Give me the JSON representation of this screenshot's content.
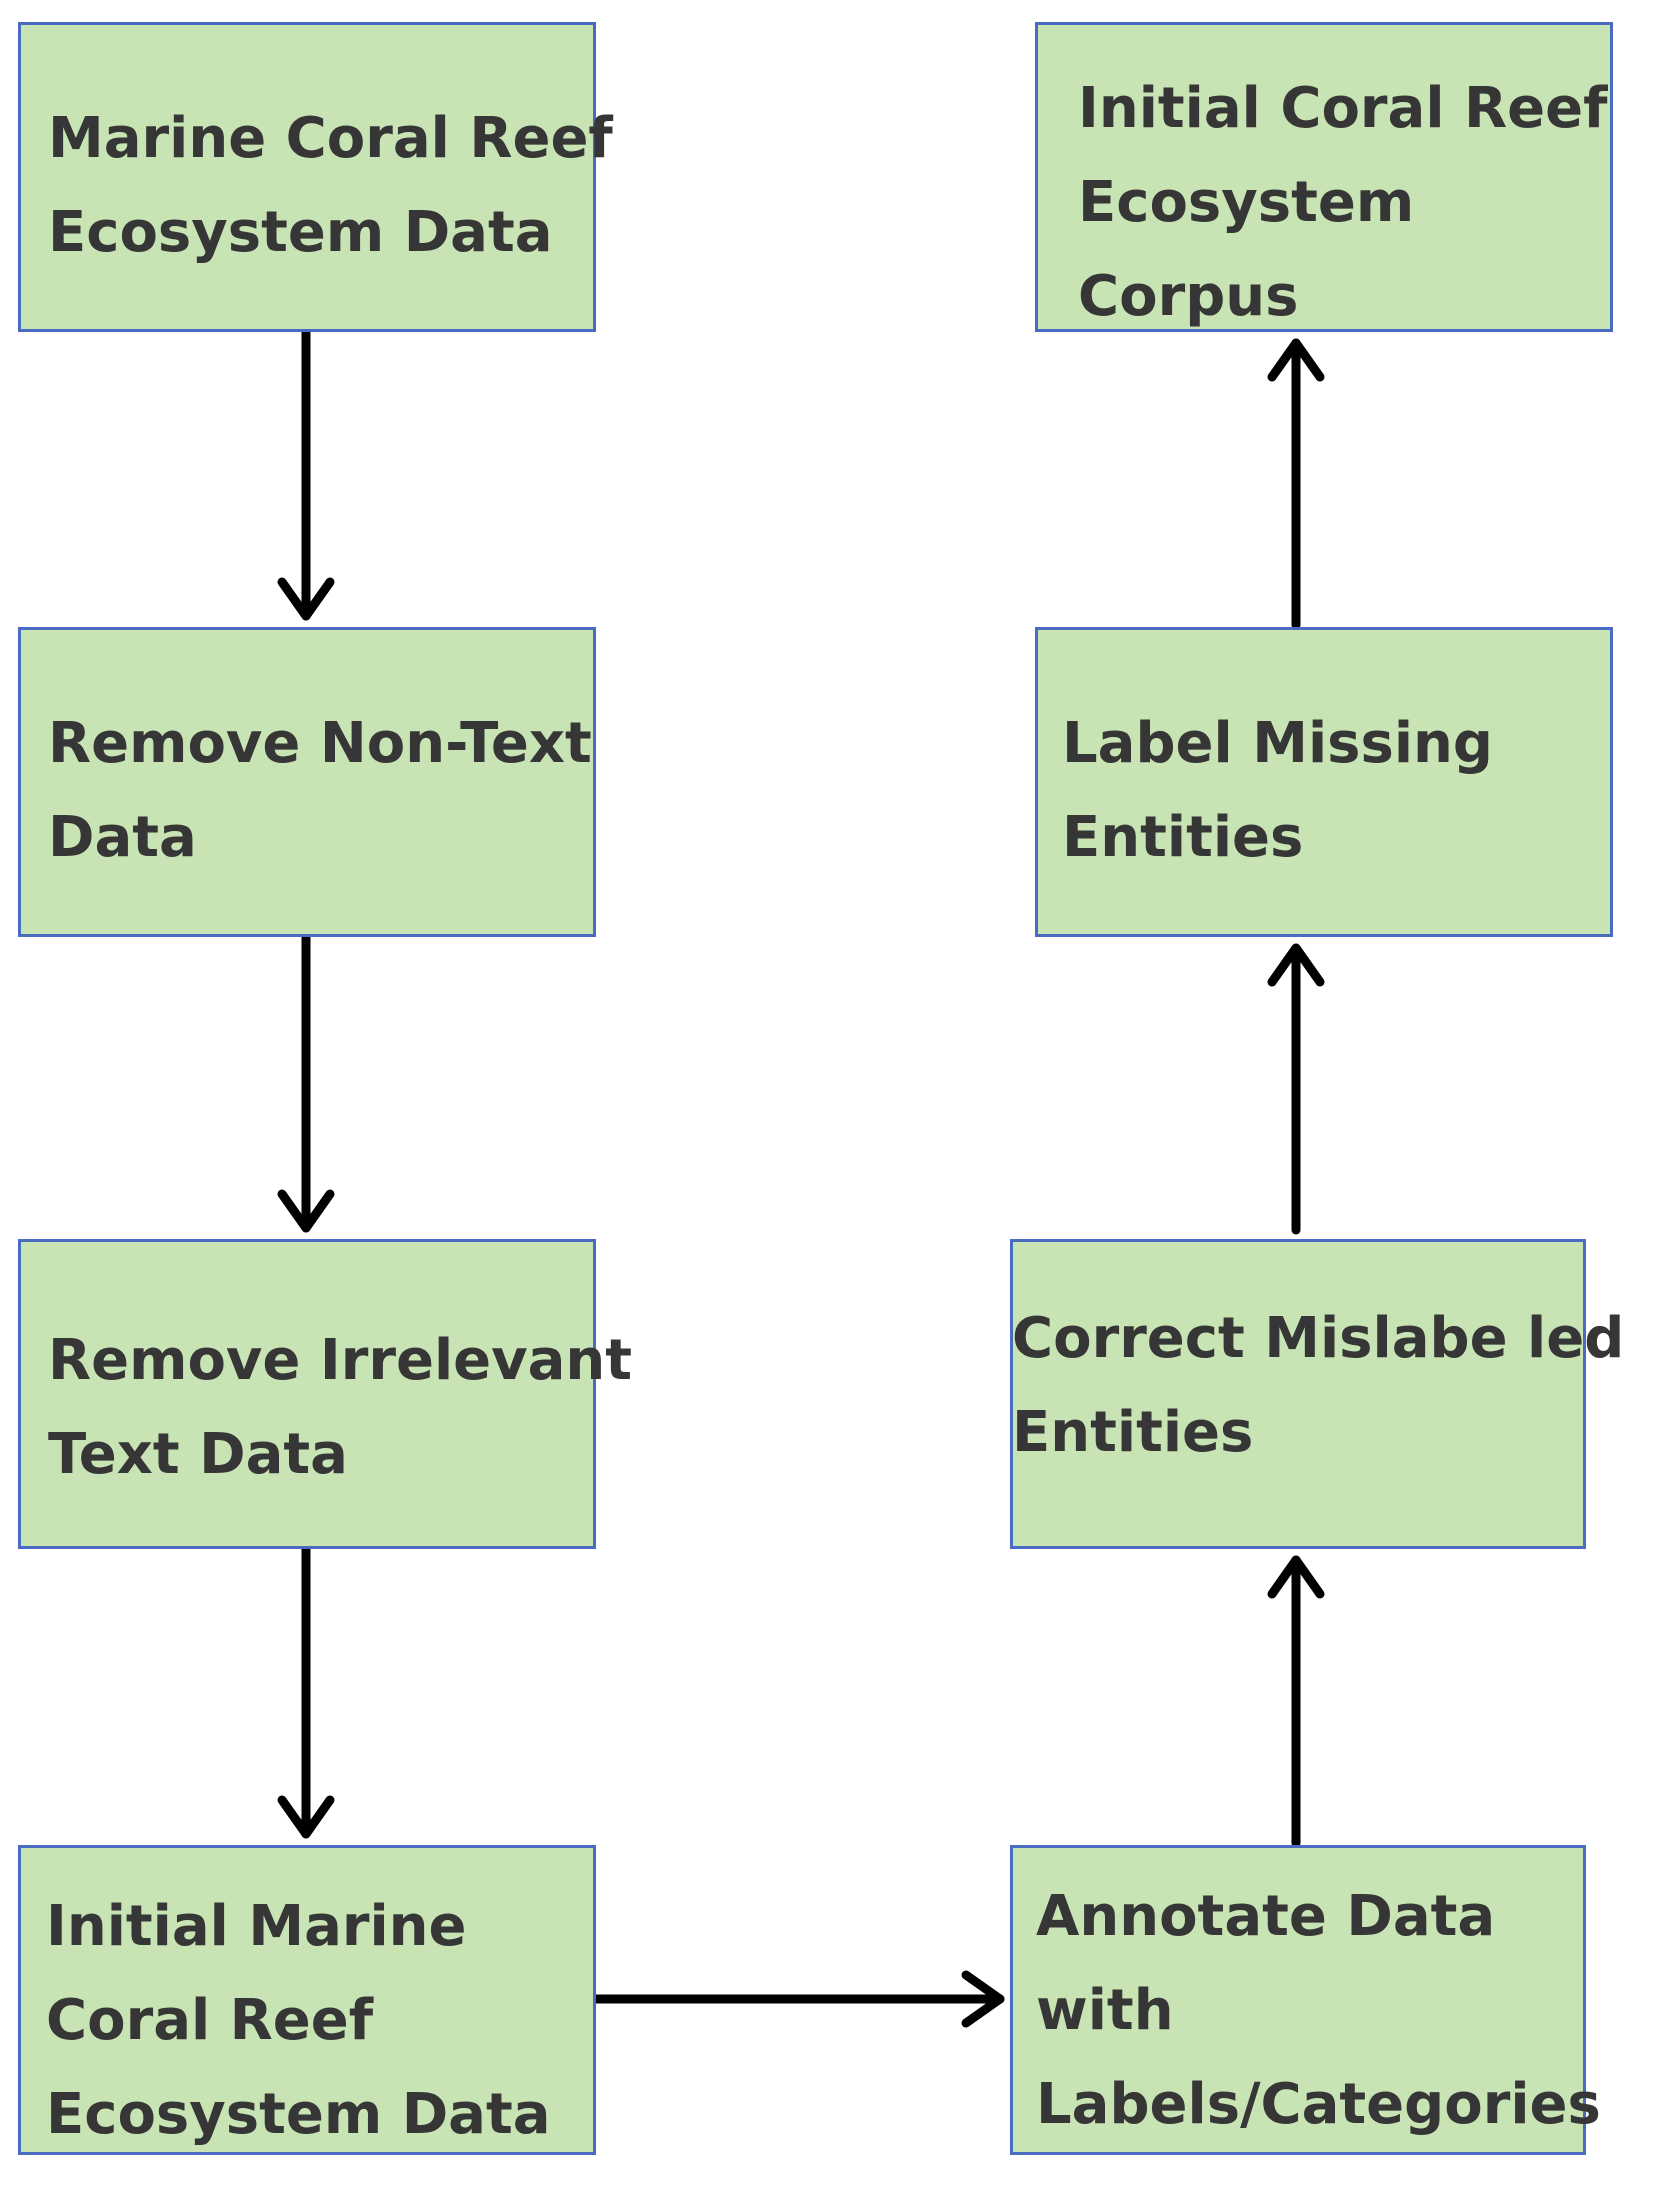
{
  "diagram": {
    "nodes": [
      {
        "id": "marine-data",
        "label": "Marine Coral Reef\nEcosystem Data"
      },
      {
        "id": "remove-non-text",
        "label": "Remove Non-Text\nData"
      },
      {
        "id": "remove-irrelevant",
        "label": "Remove Irrelevant\nText Data"
      },
      {
        "id": "initial-marine-data",
        "label": "Initial Marine\nCoral Reef\nEcosystem Data"
      },
      {
        "id": "annotate-data",
        "label": "Annotate Data\nwith\nLabels/Categories"
      },
      {
        "id": "correct-mislabeled",
        "label": "Correct Mislabe led\nEntities"
      },
      {
        "id": "label-missing",
        "label": "Label Missing\nEntities"
      },
      {
        "id": "initial-corpus",
        "label": "Initial Coral Reef\nEcosystem\nCorpus"
      }
    ],
    "edges": [
      {
        "from": "marine-data",
        "to": "remove-non-text"
      },
      {
        "from": "remove-non-text",
        "to": "remove-irrelevant"
      },
      {
        "from": "remove-irrelevant",
        "to": "initial-marine-data"
      },
      {
        "from": "initial-marine-data",
        "to": "annotate-data"
      },
      {
        "from": "annotate-data",
        "to": "correct-mislabeled"
      },
      {
        "from": "correct-mislabeled",
        "to": "label-missing"
      },
      {
        "from": "label-missing",
        "to": "initial-corpus"
      }
    ],
    "colors": {
      "box_fill": "#c9e4b4",
      "box_border": "#4a6bc2",
      "text": "#363636",
      "arrow": "#000000"
    }
  }
}
